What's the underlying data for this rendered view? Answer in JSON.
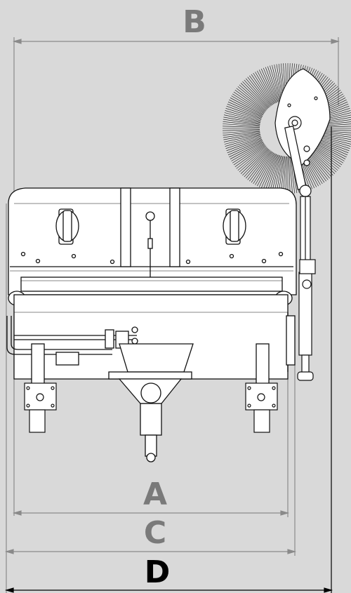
{
  "dimensions": {
    "a": {
      "label": "A",
      "color": "#7a7a7a"
    },
    "b": {
      "label": "B",
      "color": "#7a7a7a"
    },
    "c": {
      "label": "C",
      "color": "#7a7a7a"
    },
    "d": {
      "label": "D",
      "color": "#000000"
    }
  },
  "colors": {
    "background": "#d9d9d9",
    "line": "#111111",
    "dimension_line": "#8a8a8a"
  }
}
